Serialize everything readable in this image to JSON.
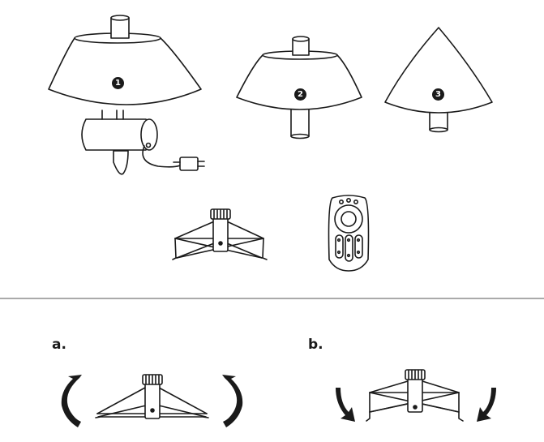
{
  "parts": {
    "part1": {
      "number": "1"
    },
    "part2": {
      "number": "2"
    },
    "part3": {
      "number": "3"
    }
  },
  "steps": {
    "a": {
      "label": "a."
    },
    "b": {
      "label": "b."
    }
  },
  "colors": {
    "line": "#1a1a1a",
    "fill": "#ffffff",
    "divider": "#555555"
  },
  "icons": [
    "rotate-arrow-icon",
    "fold-down-arrow-icon",
    "power-adapter-icon",
    "remote-control-icon"
  ]
}
